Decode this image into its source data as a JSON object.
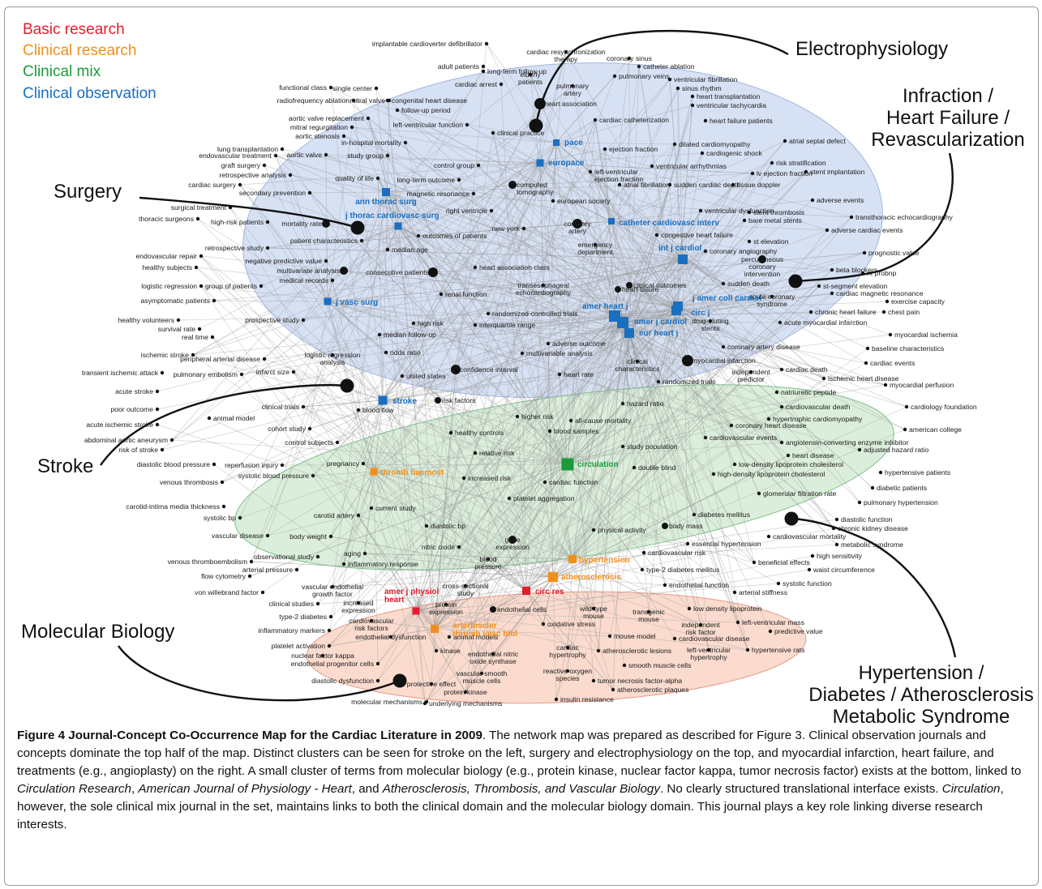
{
  "legend": [
    {
      "label": "Basic research",
      "color": "#e01e2e"
    },
    {
      "label": "Clinical research",
      "color": "#f0901a"
    },
    {
      "label": "Clinical mix",
      "color": "#1a9a3a"
    },
    {
      "label": "Clinical observation",
      "color": "#1a6fc0"
    }
  ],
  "cluster_labels": {
    "electrophysiology": "Electrophysiology",
    "infraction": [
      "Infraction /",
      "Heart Failure /",
      "Revascularization"
    ],
    "surgery": "Surgery",
    "stroke": "Stroke",
    "molecular": "Molecular Biology",
    "hypertension": [
      "Hypertension /",
      "Diabetes / Atherosclerosis",
      "Metabolic Syndrome"
    ]
  },
  "journals": [
    {
      "label": "pace",
      "color": "#1a6fc0"
    },
    {
      "label": "europace",
      "color": "#1a6fc0"
    },
    {
      "label": "ann thorac surg",
      "color": "#1a6fc0"
    },
    {
      "label": "j thorac cardiovasc surg",
      "color": "#1a6fc0"
    },
    {
      "label": "catheter cardiovasc interv",
      "color": "#1a6fc0"
    },
    {
      "label": "int j cardiol",
      "color": "#1a6fc0"
    },
    {
      "label": "j amer coll cardiol",
      "color": "#1a6fc0"
    },
    {
      "label": "circ j",
      "color": "#1a6fc0"
    },
    {
      "label": "amer heart j",
      "color": "#1a6fc0"
    },
    {
      "label": "amer j cardiol",
      "color": "#1a6fc0"
    },
    {
      "label": "eur heart j",
      "color": "#1a6fc0"
    },
    {
      "label": "j vasc surg",
      "color": "#1a6fc0"
    },
    {
      "label": "stroke",
      "color": "#1a6fc0"
    },
    {
      "label": "circulation",
      "color": "#1a9a3a"
    },
    {
      "label": "thromb haemost",
      "color": "#f0901a"
    },
    {
      "label": "hypertension",
      "color": "#f0901a"
    },
    {
      "label": "atherosclerosis",
      "color": "#f0901a"
    },
    {
      "label": "arterioscler thromb vasc biol",
      "color": "#f0901a"
    },
    {
      "label": "circ res",
      "color": "#e01e2e"
    },
    {
      "label": "amer j physiol heart",
      "color": "#e01e2e"
    }
  ],
  "concepts": [
    "implantable cardioverter defibrillator",
    "cardiac resynchronization therapy",
    "coronary sinus",
    "catheter ablation",
    "adult patients",
    "long-term follow-up",
    "elderly patients",
    "pulmonary artery",
    "pulmonary veins",
    "ventricular fibrillation",
    "cardiac arrest",
    "functional class",
    "single center",
    "sinus rhythm",
    "heart transplantation",
    "ventricular tachycardia",
    "radiofrequency ablation",
    "mitral valve",
    "congenital heart disease",
    "follow-up period",
    "heart association",
    "aortic valve replacement",
    "left-ventricular function",
    "cardiac catheterization",
    "heart failure patients",
    "mitral regurgitation",
    "aortic stenosis",
    "clinical practice",
    "in-hospital mortality",
    "lung transplantation",
    "dilated cardiomyopathy",
    "atrial septal defect",
    "endovascular treatment",
    "aortic valve",
    "ejection fraction",
    "cardiogenic shock",
    "graft surgery",
    "study group",
    "risk stratification",
    "retrospective analysis",
    "control group",
    "left-ventricular ejection fraction",
    "ventricular arrhythmias",
    "lv ejection fraction",
    "stent implantation",
    "cardiac surgery",
    "quality of life",
    "long-term outcome",
    "computed tomography",
    "atrial fibrillation",
    "sudden cardiac death",
    "tissue doppler",
    "secondary prevention",
    "magnetic resonance",
    "european society",
    "surgical treatment",
    "right ventricle",
    "ventricular dysfunction",
    "stent thrombosis",
    "adverse events",
    "thoracic surgeons",
    "high-risk patients",
    "mortality rate",
    "coronary artery",
    "bare metal stents",
    "transthoracic echocardiography",
    "new york",
    "outcomes of patients",
    "congestive heart failure",
    "adverse cardiac events",
    "patient characteristics",
    "median age",
    "emergency department",
    "st elevation",
    "retrospective study",
    "coronary angiography",
    "prognostic value",
    "endovascular repair",
    "negative predictive value",
    "percutaneous coronary intervention",
    "healthy subjects",
    "multivariate analysis",
    "consecutive patients",
    "heart association class",
    "beta blockers",
    "nt probnp",
    "logistic regression",
    "group of patients",
    "medical records",
    "clinical outcomes",
    "st-segment elevation",
    "asymptomatic patients",
    "renal function",
    "transesophageal echocardiography",
    "sudden death",
    "heart failure",
    "acute coronary syndrome",
    "cardiac magnetic resonance",
    "exercise capacity",
    "healthy volunteers",
    "prospective study",
    "randomized-controlled trials",
    "chronic heart failure",
    "chest pain",
    "survival rate",
    "high risk",
    "interquartile range",
    "drug-eluting stents",
    "acute myocardial infarction",
    "real time",
    "median follow-up",
    "myocardial ischemia",
    "ischemic stroke",
    "logistic regression analysis",
    "odds ratio",
    "adverse outcome",
    "multivariable analysis",
    "coronary artery disease",
    "baseline characteristics",
    "peripheral arterial disease",
    "clinical characteristics",
    "myocardial infarction",
    "cardiac events",
    "transient ischemic attack",
    "pulmonary embolism",
    "infarct size",
    "confidence interval",
    "heart rate",
    "independent predictor",
    "cardiac death",
    "ischemic heart disease",
    "myocardial perfusion",
    "united states",
    "randomized trials",
    "acute stroke",
    "natriuretic peptide",
    "poor outcome",
    "risk factors",
    "hazard ratio",
    "clinical trials",
    "blood flow",
    "cardiovascular death",
    "cardiology foundation",
    "acute ischemic stroke",
    "animal model",
    "higher risk",
    "all-cause mortality",
    "hypertrophic cardiomyopathy",
    "cohort study",
    "healthy controls",
    "blood samples",
    "coronary heart disease",
    "american college",
    "abdominal aortic aneurysm",
    "control subjects",
    "cardiovascular events",
    "angiotensin-converting enzyme inhibitor",
    "risk of stroke",
    "relative risk",
    "study population",
    "heart disease",
    "adjusted hazard ratio",
    "diastolic blood pressure",
    "reperfusion injury",
    "pregnancy",
    "double blind",
    "low-density lipoprotein cholesterol",
    "hypertensive patients",
    "venous thrombosis",
    "systolic blood pressure",
    "increased risk",
    "cardiac function",
    "high-density lipoprotein cholesterol",
    "carotid-intima media thickness",
    "platelet aggregation",
    "glomerular filtration rate",
    "diabetic patients",
    "systolic bp",
    "current study",
    "pulmonary hypertension",
    "carotid artery",
    "diastolic bp",
    "diabetes mellitus",
    "vascular disease",
    "body weight",
    "gene expression",
    "physical activity",
    "body mass",
    "diastolic function",
    "chronic kidney disease",
    "aging",
    "nitric oxide",
    "essential hypertension",
    "cardiovascular mortality",
    "venous thromboembolism",
    "observational study",
    "blood pressure",
    "cardiovascular risk",
    "metabolic syndrome",
    "arterial pressure",
    "inflammatory response",
    "high sensitivity",
    "flow cytometry",
    "beneficial effects",
    "waist circumference",
    "vascular endothelial growth factor",
    "cross-sectional study",
    "type-2 diabetes mellitus",
    "von willebrand factor",
    "increased expression",
    "endothelial function",
    "systolic function",
    "clinical studies",
    "protein expression",
    "arterial stiffness",
    "type-2 diabetes",
    "cardiovascular risk factors",
    "endothelial cells",
    "wild-type mouse",
    "transgenic mouse",
    "low density lipoprotein",
    "inflammatory markers",
    "oxidative stress",
    "independent risk factor",
    "left-ventricular mass",
    "endothelial dysfunction",
    "predictive value",
    "platelet activation",
    "animal models",
    "cardiac hypertrophy",
    "mouse model",
    "cardiovascular disease",
    "nuclear factor kappa",
    "kinase",
    "endothelial nitric oxide synthase",
    "atherosclerotic lesions",
    "left-ventricular hypertrophy",
    "hypertensive rats",
    "endothelial progenitor cells",
    "smooth muscle cells",
    "reactive oxygen species",
    "vascular smooth muscle cells",
    "tumor necrosis factor-alpha",
    "diastolic dysfunction",
    "protective effect",
    "atherosclerotic plaques",
    "protein kinase",
    "molecular mechanisms",
    "underlying mechanisms",
    "insulin resistance"
  ],
  "caption": {
    "title": "Figure 4 Journal-Concept Co-Occurrence Map for the Cardiac Literature in 2009",
    "s1": ". The network map was prepared as described for Figure 3. Clinical observation journals and concepts dominate the top half of the map. Distinct clusters can be seen for stroke on the left, surgery and electrophysiology on the top, and myocardial infarction, heart failure, and treatments (e.g., angioplasty) on the right. A small cluster of terms from molecular biology (e.g., protein kinase, nuclear factor kappa, tumor necrosis factor) exists at the bottom, linked to ",
    "j1": "Circulation Research",
    "s2": ", ",
    "j2": "American Journal of Physiology - Heart",
    "s3": ", and ",
    "j3": "Atherosclerosis, Thrombosis, and Vascular Biology",
    "s4": ". No clearly structured translational interface exists. ",
    "j4": "Circulation",
    "s5": ", however, the sole clinical mix journal in the set, maintains links to both the clinical domain and the molecular biology domain. This journal plays a key role linking diverse research interests."
  }
}
